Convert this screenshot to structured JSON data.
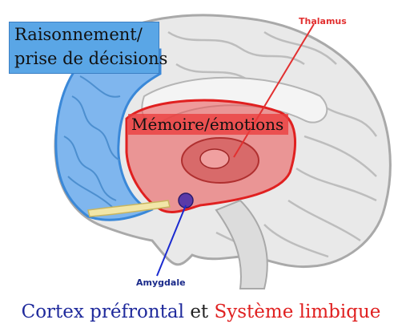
{
  "labels": {
    "reasoning_line1": "Raisonnement/",
    "reasoning_line2": "prise de décisions",
    "memory": "Mémoire/émotions",
    "thalamus": "Thalamus",
    "amygdale": "Amygdale"
  },
  "caption": {
    "part1": "Cortex préfrontal",
    "part2": "et",
    "part3": "Système limbique"
  },
  "colors": {
    "prefrontal": "#7fb6ee",
    "limbic": "#e64040",
    "thalamus_label": "#e23030",
    "amygdale_label": "#1a2a8a",
    "caption_blue": "#1f2a9c",
    "caption_red": "#e02020"
  }
}
